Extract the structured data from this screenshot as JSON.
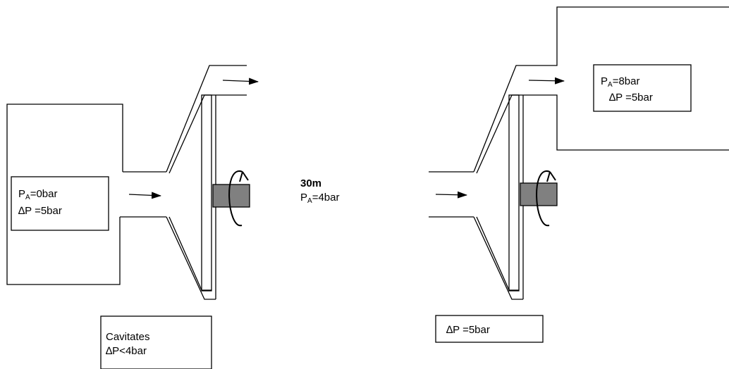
{
  "left_pump": {
    "box": {
      "p_label": "P",
      "p_sub": "A",
      "p_value": "=0bar",
      "dp_label": "∆P =5bar"
    }
  },
  "middle": {
    "distance": "30m",
    "p_label": "P",
    "p_sub": "A",
    "p_value": "=4bar"
  },
  "right_pump": {
    "box": {
      "p_label": "P",
      "p_sub": "A",
      "p_value": "=8bar",
      "dp_label": "∆P =5bar"
    }
  },
  "note_left": {
    "line1": "Cavitates",
    "line2": "∆P<4bar",
    "color": "#ff0000"
  },
  "note_right": {
    "text": "∆P =5bar"
  }
}
